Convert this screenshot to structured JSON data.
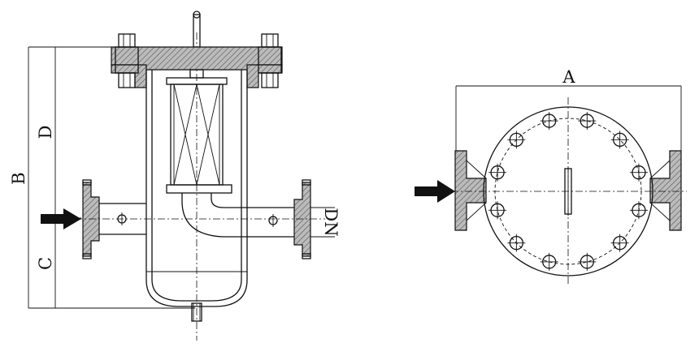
{
  "drawing": {
    "front_view": {
      "dimensions": {
        "B": "B",
        "D": "D",
        "C": "C",
        "DN": "DN"
      }
    },
    "top_view": {
      "dimensions": {
        "A": "A"
      },
      "bolt_holes": 12
    },
    "colors": {
      "line": "#111111",
      "background": "#ffffff"
    }
  }
}
